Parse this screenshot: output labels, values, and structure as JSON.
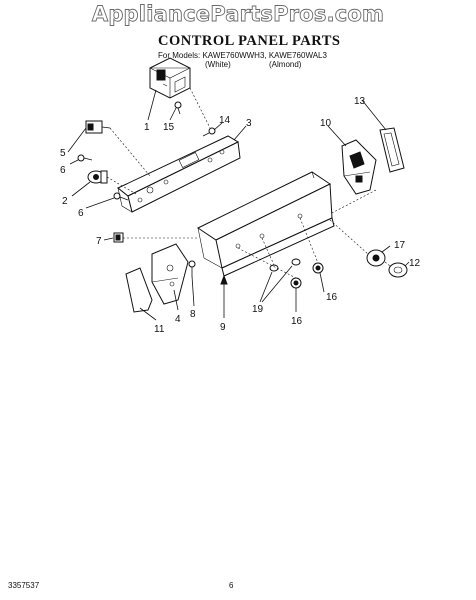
{
  "watermark": "AppliancePartsPros.com",
  "header": {
    "title": "CONTROL PANEL PARTS",
    "models_line": "For Models: KAWE760WWH3, KAWE760WAL3",
    "variant_1": "(White)",
    "variant_2": "(Almond)"
  },
  "callouts": [
    "1",
    "15",
    "14",
    "3",
    "5",
    "6",
    "2",
    "6",
    "10",
    "13",
    "7",
    "17",
    "12",
    "4",
    "8",
    "9",
    "19",
    "16",
    "16",
    "11"
  ],
  "footer": {
    "doc_number": "3357537",
    "page_number": "6"
  }
}
